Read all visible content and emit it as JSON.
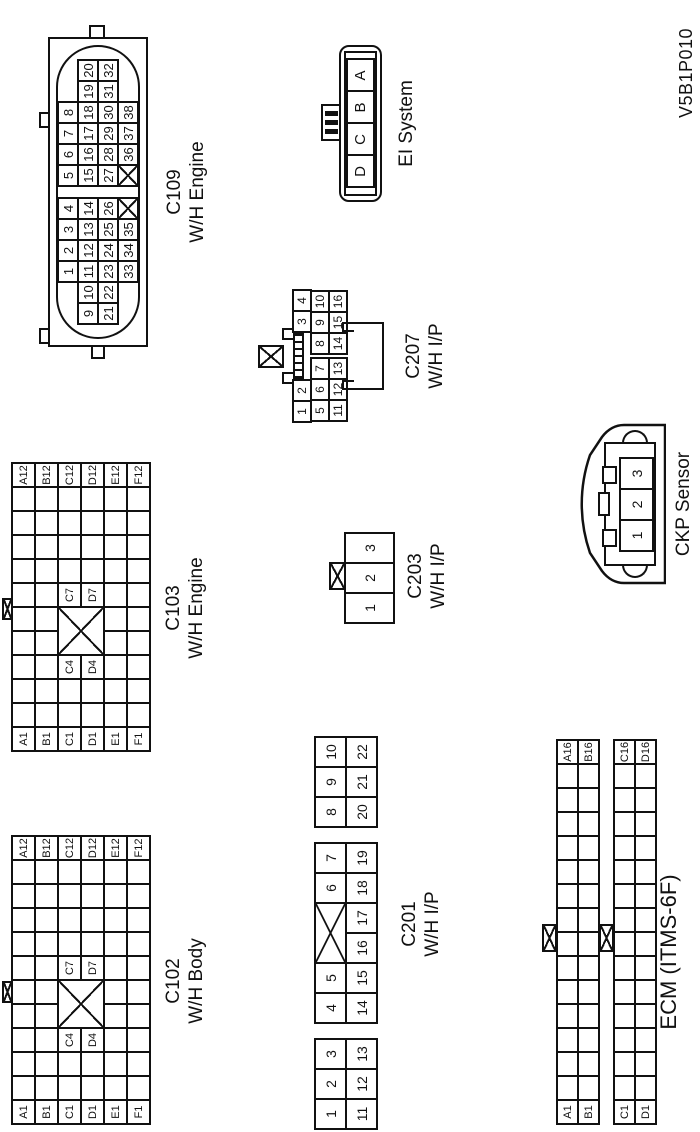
{
  "figure_id": "V5B1P010",
  "colors": {
    "line": "#111111",
    "background": "#ffffff"
  },
  "connectors": {
    "c102": {
      "id": "C102",
      "name": "W/H Body",
      "row_letters": [
        "A",
        "B",
        "C",
        "D",
        "E",
        "F"
      ],
      "num_cols": 12,
      "cells": [
        "A1",
        "B1",
        "C1",
        "D1",
        "E1",
        "F1",
        "C4",
        "D4",
        "C7",
        "D7",
        "A12",
        "B12",
        "C12",
        "D12",
        "E12",
        "F12"
      ]
    },
    "c103": {
      "id": "C103",
      "name": "W/H Engine",
      "row_letters": [
        "A",
        "B",
        "C",
        "D",
        "E",
        "F"
      ],
      "num_cols": 12,
      "cells": [
        "A1",
        "B1",
        "C1",
        "D1",
        "E1",
        "F1",
        "C4",
        "D4",
        "C7",
        "D7",
        "A12",
        "B12",
        "C12",
        "D12",
        "E12",
        "F12"
      ]
    },
    "c109": {
      "id": "C109",
      "name": "W/H Engine",
      "rows": [
        {
          "left": [
            "1",
            "2",
            "3",
            "4"
          ],
          "right": [
            "5",
            "6",
            "7",
            "8"
          ]
        },
        {
          "left": [
            "9",
            "10",
            "11",
            "12",
            "13",
            "14"
          ],
          "right": [
            "15",
            "16",
            "17",
            "18",
            "19",
            "20"
          ]
        },
        {
          "left": [
            "21",
            "22",
            "23",
            "24",
            "25",
            "26"
          ],
          "right": [
            "27",
            "28",
            "29",
            "30",
            "31",
            "32"
          ]
        },
        {
          "left": [
            "33",
            "34",
            "35",
            "#X"
          ],
          "right": [
            "#X",
            "36",
            "37",
            "38"
          ]
        }
      ]
    },
    "c201": {
      "id": "C201",
      "name": "W/H I/P",
      "groups": [
        {
          "top": [
            "1",
            "2",
            "3"
          ],
          "bottom": [
            "11",
            "12",
            "13"
          ]
        },
        {
          "top": [
            "4",
            "5",
            "#X2",
            "6",
            "7"
          ],
          "bottom": [
            "14",
            "15",
            "16",
            "17",
            "18",
            "19"
          ]
        },
        {
          "top": [
            "8",
            "9",
            "10"
          ],
          "bottom": [
            "20",
            "21",
            "22"
          ]
        }
      ]
    },
    "c203": {
      "id": "C203",
      "name": "W/H I/P",
      "cells": [
        "1",
        "2",
        "3"
      ]
    },
    "c207": {
      "id": "C207",
      "name": "W/H I/P",
      "rows": [
        {
          "left": [
            "1",
            "2"
          ],
          "right": [
            "3",
            "4"
          ]
        },
        {
          "left": [
            "5",
            "6",
            "7"
          ],
          "right": [
            "8",
            "9",
            "10"
          ]
        },
        {
          "left": [
            "11",
            "12",
            "13"
          ],
          "right": [
            "14",
            "15",
            "16"
          ]
        }
      ]
    },
    "ei": {
      "name": "EI System",
      "cells": [
        "D",
        "C",
        "B",
        "A"
      ]
    },
    "ckp": {
      "name": "CKP Sensor",
      "cells": [
        "1",
        "2",
        "3"
      ]
    },
    "ecm": {
      "name": "ECM (ITMS-6F)",
      "grids": [
        {
          "row_letters": [
            "A",
            "B"
          ],
          "num_cols": 16,
          "cells": [
            "A1",
            "B1",
            "A16",
            "B16"
          ]
        },
        {
          "row_letters": [
            "C",
            "D"
          ],
          "num_cols": 16,
          "cells": [
            "C1",
            "D1",
            "C16",
            "D16"
          ]
        }
      ]
    }
  }
}
